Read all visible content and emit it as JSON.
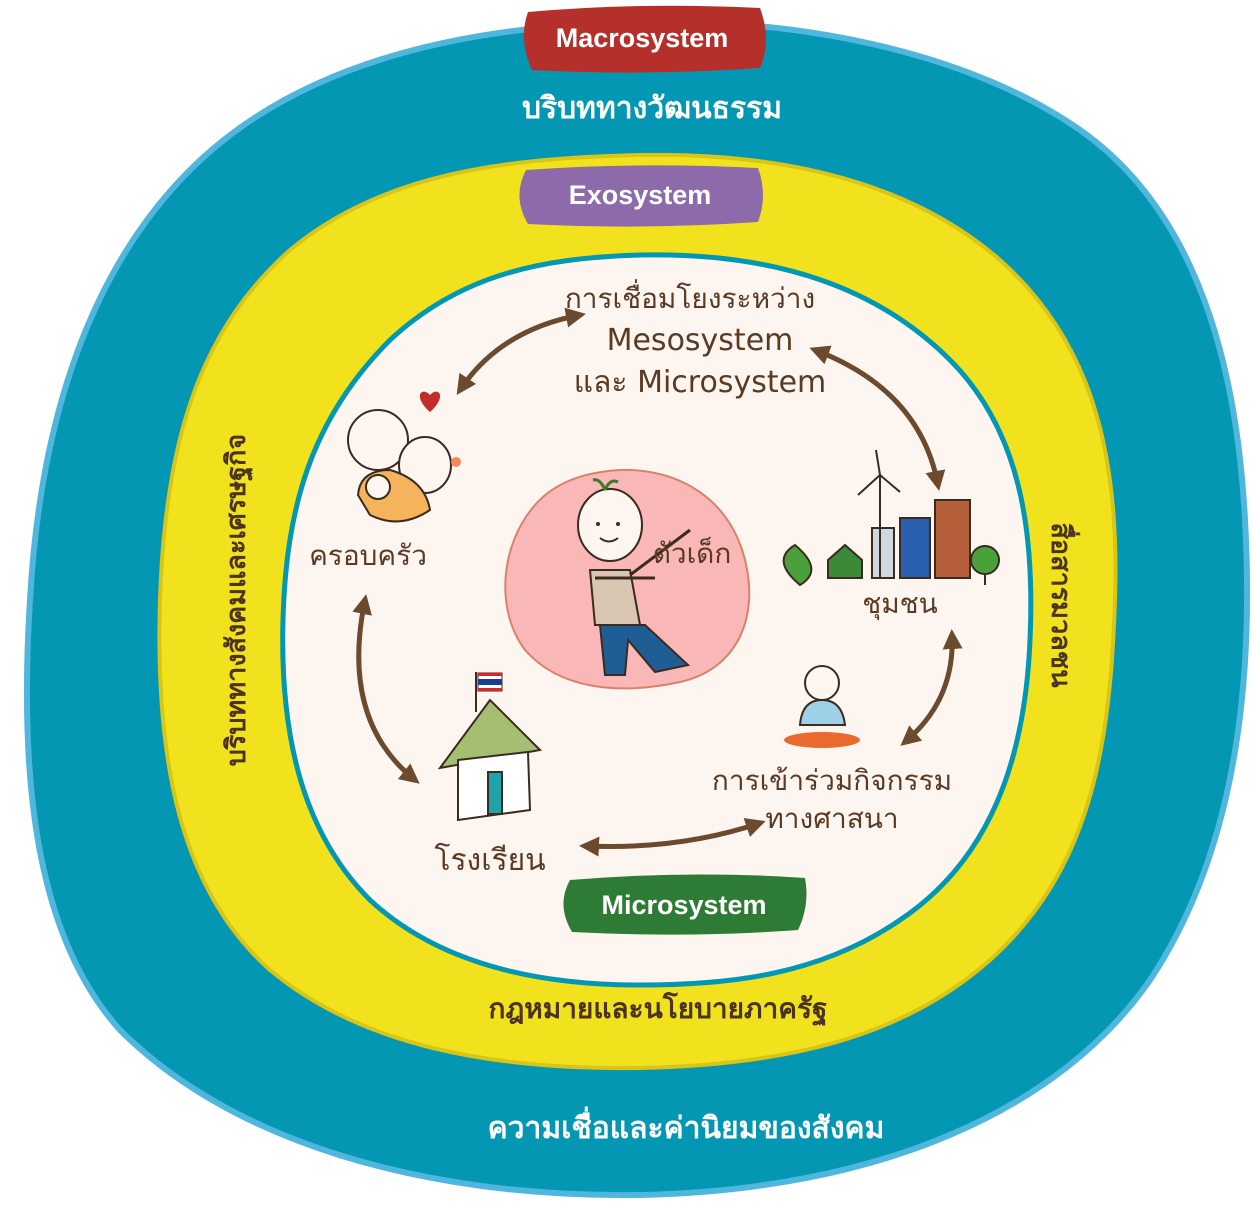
{
  "tags": {
    "macrosystem": "Macrosystem",
    "exosystem": "Exosystem",
    "microsystem": "Microsystem"
  },
  "macro": {
    "top_text": "บริบททางวัฒนธรรม",
    "bottom_text": "ความเชื่อและค่านิยมของสังคม"
  },
  "exo": {
    "left_text": "บริบททางสังคมและเศรษฐกิจ",
    "right_text": "สื่อสารมวลชน",
    "bottom_text": "กฎหมายและนโยบายภาครัฐ"
  },
  "meso": {
    "line1": "การเชื่อมโยงระหว่าง",
    "line2": "Mesosystem",
    "line3": "และ Microsystem"
  },
  "micro": {
    "child": "ตัวเด็ก",
    "family": "ครอบครัว",
    "community": "ชุมชน",
    "religion_line1": "การเข้าร่วมกิจกรรม",
    "religion_line2": "ทางศาสนา",
    "school": "โรงเรียน"
  },
  "colors": {
    "macro_fill": "#0397b4",
    "macro_border": "#4fb6dd",
    "exo_fill": "#f2e21e",
    "micro_fill": "#fcf5f0",
    "micro_border": "#0397b4",
    "child_fill": "#f9b7b8",
    "macro_tag": "#b5302b",
    "exo_tag": "#8d6aa9",
    "micro_tag": "#2d7b34",
    "arrow": "#6b4a2e"
  }
}
